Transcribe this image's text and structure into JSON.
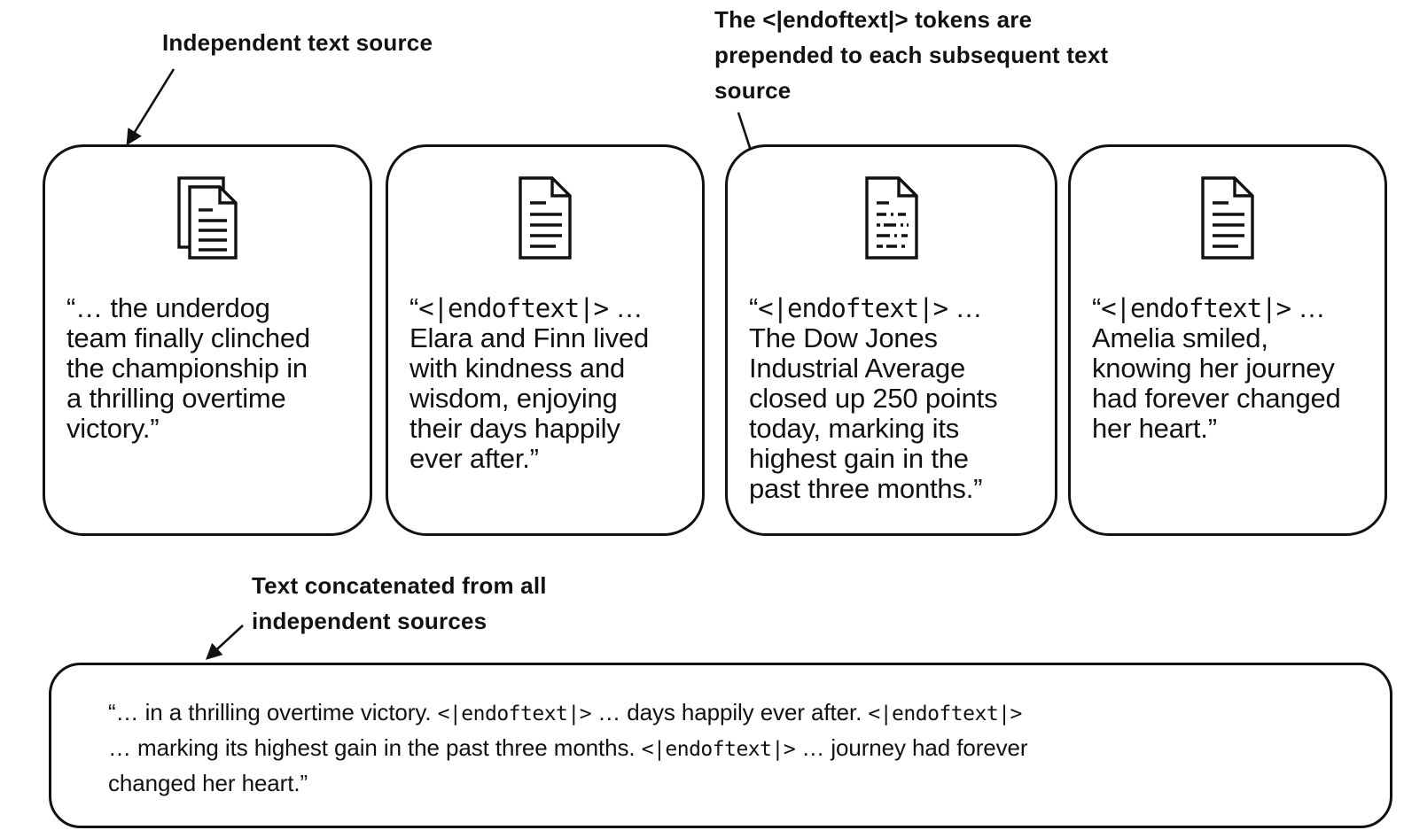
{
  "colors": {
    "ink": "#111111",
    "background": "#ffffff"
  },
  "token": "<|endoftext|>",
  "labels": {
    "independent_source": "Independent text source",
    "endoftext_prepended": "The <|endoftext|> tokens are\nprepended to each subsequent text\nsource",
    "concatenated": "Text concatenated from all\nindependent sources"
  },
  "cards": [
    {
      "icon": "documents-copy-icon",
      "segments": [
        {
          "text": "“… the underdog"
        },
        {
          "br": true
        },
        {
          "text": "team finally clinched"
        },
        {
          "br": true
        },
        {
          "text": "the championship in"
        },
        {
          "br": true
        },
        {
          "text": "a thrilling overtime"
        },
        {
          "br": true
        },
        {
          "text": "victory.”"
        }
      ]
    },
    {
      "icon": "document-icon",
      "segments": [
        {
          "text": "“"
        },
        {
          "text": "<|endoftext|>",
          "mono": true
        },
        {
          "text": " …"
        },
        {
          "br": true
        },
        {
          "text": "Elara and Finn lived"
        },
        {
          "br": true
        },
        {
          "text": "with kindness and"
        },
        {
          "br": true
        },
        {
          "text": "wisdom, enjoying"
        },
        {
          "br": true
        },
        {
          "text": "their days happily"
        },
        {
          "br": true
        },
        {
          "text": "ever after.”"
        }
      ]
    },
    {
      "icon": "document-dashed-icon",
      "segments": [
        {
          "text": "“"
        },
        {
          "text": "<|endoftext|>",
          "mono": true
        },
        {
          "text": " …"
        },
        {
          "br": true
        },
        {
          "text": "The Dow Jones"
        },
        {
          "br": true
        },
        {
          "text": "Industrial Average"
        },
        {
          "br": true
        },
        {
          "text": "closed up 250 points"
        },
        {
          "br": true
        },
        {
          "text": "today, marking its"
        },
        {
          "br": true
        },
        {
          "text": "highest gain in the"
        },
        {
          "br": true
        },
        {
          "text": "past three months.”"
        }
      ]
    },
    {
      "icon": "document-icon",
      "segments": [
        {
          "text": "“"
        },
        {
          "text": "<|endoftext|>",
          "mono": true
        },
        {
          "text": " …"
        },
        {
          "br": true
        },
        {
          "text": "Amelia smiled,"
        },
        {
          "br": true
        },
        {
          "text": "knowing her journey"
        },
        {
          "br": true
        },
        {
          "text": "had forever changed"
        },
        {
          "br": true
        },
        {
          "text": "her heart.”"
        }
      ]
    }
  ],
  "concat_box": {
    "segments": [
      {
        "text": "“… in a thrilling overtime victory. "
      },
      {
        "text": "<|endoftext|>",
        "mono": true
      },
      {
        "text": " … days happily ever after. "
      },
      {
        "text": "<|endoftext|>",
        "mono": true
      },
      {
        "br": true
      },
      {
        "text": "… marking its highest gain in the past three months. "
      },
      {
        "text": "<|endoftext|>",
        "mono": true
      },
      {
        "text": " … journey had forever"
      },
      {
        "br": true
      },
      {
        "text": "changed her heart.”"
      }
    ]
  }
}
